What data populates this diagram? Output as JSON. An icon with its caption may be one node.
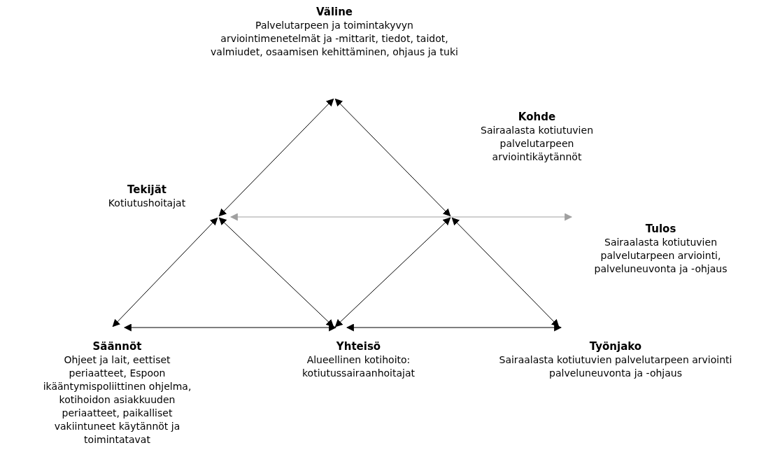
{
  "diagram": {
    "nodes": [
      {
        "text": [
          "Väline",
          "Palvelutarpeen ja toimintakyvyn arviointimenetelmät ja -mittarit, tiedot, taidot, valmiudet, osaamisen kehittäminen, ohjaus ja tuki"
        ]
      },
      {
        "text": [
          "Tekijät",
          "Kotiutushoitajat"
        ]
      },
      {
        "text": [
          "Kohde",
          "Sairaalasta kotiutuvien palvelutarpeen arviointikäytännöt"
        ]
      },
      {
        "text": [
          "Tulos",
          "Sairaalasta kotiutuvien palvelutarpeen arviointi, palveluneuvonta ja -ohjaus"
        ]
      },
      {
        "text": [
          "Säännöt",
          "Ohjeet ja lait, eettiset periaatteet, Espoon ikääntymispoliittinen ohjelma, kotihoidon asiakkuuden periaatteet, paikalliset vakiintuneet käytännöt ja toimintatavat"
        ]
      },
      {
        "text": [
          "Yhteisö",
          "Alueellinen kotihoito: kotiutussairaanhoitajat"
        ]
      },
      {
        "text": [
          "Työnjako",
          "Sairaalasta kotiutuvien palvelutarpeen arviointi palveluneuvonta ja -ohjaus"
        ]
      }
    ],
    "edges": [
      {
        "from": 1,
        "to": 0,
        "arrow": "both"
      },
      {
        "from": 0,
        "to": 2,
        "arrow": "both"
      },
      {
        "from": 1,
        "to": 3,
        "arrow": "both",
        "color": "#a0a0a0"
      },
      {
        "from": 4,
        "to": 1,
        "arrow": "both"
      },
      {
        "from": 1,
        "to": 5,
        "arrow": "both"
      },
      {
        "from": 4,
        "to": 5,
        "arrow": "both"
      },
      {
        "from": 5,
        "to": 2,
        "arrow": "both"
      },
      {
        "from": 2,
        "to": 6,
        "arrow": "both"
      },
      {
        "from": 5,
        "to": 6,
        "arrow": "both"
      }
    ]
  }
}
